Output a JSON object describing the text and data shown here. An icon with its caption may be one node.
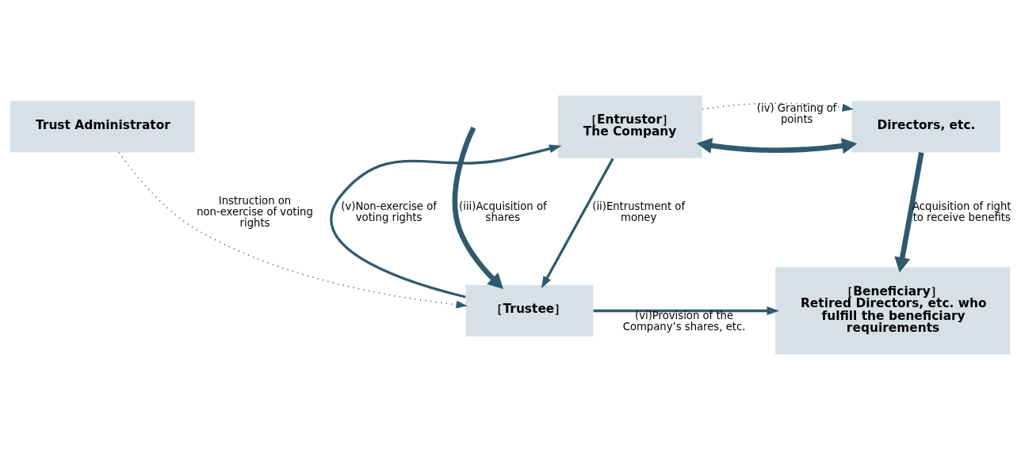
{
  "diagram": {
    "nodes": [
      {
        "text": [
          "［Entrustor］",
          "The Company"
        ]
      },
      {
        "text": [
          "Directors, etc."
        ]
      },
      {
        "text": [
          "Trust Administrator"
        ]
      },
      {
        "text": [
          "［Trustee］"
        ]
      },
      {
        "text": [
          "［Beneficiary］",
          "Retired Directors, etc. who fulfill the beneficiary requirements"
        ]
      }
    ],
    "edges": [
      {
        "from": 0,
        "to": 1,
        "arrow": "both",
        "style": "thick"
      },
      {
        "from": 0,
        "to": 1,
        "arrow": "to",
        "style": "dashed",
        "label": "(iv) Granting of points"
      },
      {
        "from": 0,
        "to": 3,
        "arrow": "to",
        "label": "(ii)Entrustment of money"
      },
      {
        "from": null,
        "to": 3,
        "arrow": "to",
        "style": "thick",
        "label": "(iii)Acquisition of shares"
      },
      {
        "from": 3,
        "to": 0,
        "arrow": "to",
        "label": "(v)Non-exercise of voting rights"
      },
      {
        "from": 2,
        "to": 3,
        "arrow": "to",
        "style": "dashed",
        "label": "Instruction on non-exercise of voting rights"
      },
      {
        "from": 1,
        "to": 4,
        "arrow": "to",
        "style": "thick",
        "label": "Acquisition of right to receive benefits"
      },
      {
        "from": 3,
        "to": 4,
        "arrow": "to",
        "label": "(vi)Provision of the Company’s shares, etc."
      }
    ]
  }
}
